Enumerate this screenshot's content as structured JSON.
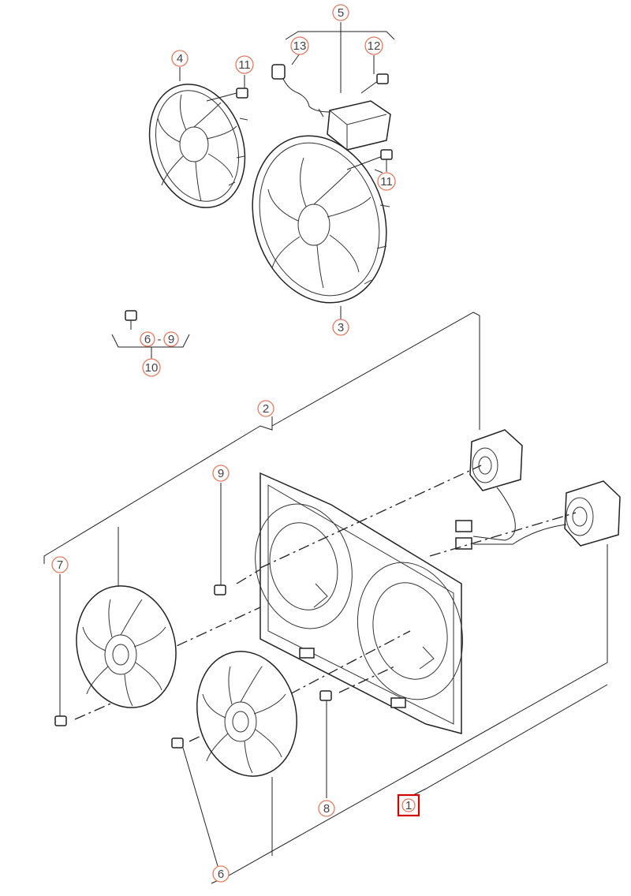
{
  "callouts": {
    "c1": "1",
    "c2": "2",
    "c3": "3",
    "c4": "4",
    "c5": "5",
    "c6_top": "6",
    "c6_bottom": "6",
    "c7": "7",
    "c8": "8",
    "c9_top": "9",
    "c9_mid": "9",
    "c10": "10",
    "c11_a": "11",
    "c11_b": "11",
    "c12": "12",
    "c13": "13",
    "range_dash": "-"
  },
  "colors": {
    "callout_ring": "#e07a5f",
    "highlight": "#d40000",
    "linework": "#222222"
  }
}
